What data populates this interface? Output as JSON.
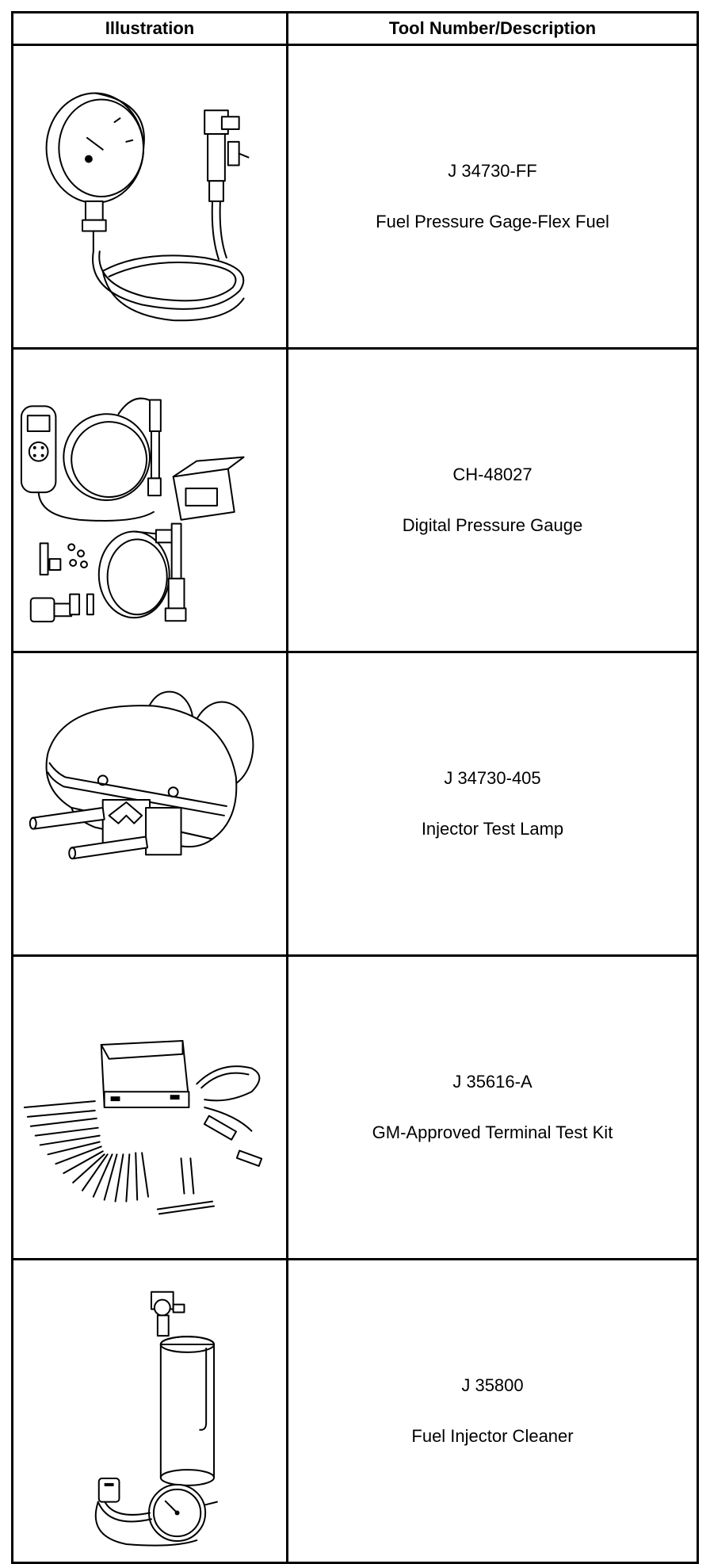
{
  "table": {
    "headers": {
      "illustration": "Illustration",
      "tool": "Tool Number/Description"
    },
    "rows": [
      {
        "number": "J 34730-FF",
        "description": "Fuel Pressure Gage-Flex Fuel",
        "icon": "fuel-pressure-gage-illustration"
      },
      {
        "number": "CH-48027",
        "description": "Digital Pressure Gauge",
        "icon": "digital-pressure-gauge-illustration"
      },
      {
        "number": "J 34730-405",
        "description": "Injector Test Lamp",
        "icon": "injector-test-lamp-illustration"
      },
      {
        "number": "J 35616-A",
        "description": "GM-Approved Terminal Test Kit",
        "icon": "terminal-test-kit-illustration"
      },
      {
        "number": "J 35800",
        "description": "Fuel Injector Cleaner",
        "icon": "fuel-injector-cleaner-illustration"
      }
    ]
  }
}
